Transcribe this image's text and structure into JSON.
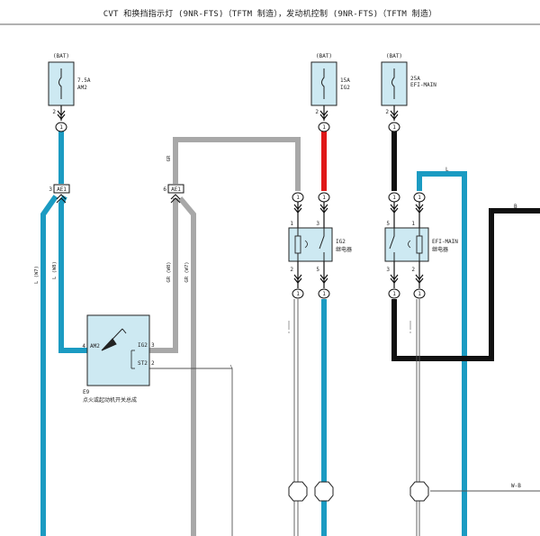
{
  "title": "CVT 和换挡指示灯 (9NR-FTS)（TFTM 制造），发动机控制 (9NR-FTS)（TFTM 制造）",
  "fuses": [
    {
      "source": "(BAT)",
      "rating": "7.5A",
      "name": "AM2",
      "pin": "2",
      "conn": "1"
    },
    {
      "source": "(BAT)",
      "rating": "15A",
      "name": "IG2",
      "pin": "2",
      "conn": "1"
    },
    {
      "source": "(BAT)",
      "rating": "25A",
      "name": "EFI-MAIN",
      "pin": "2",
      "conn": "1"
    }
  ],
  "connectors": {
    "ae1_left": {
      "pin": "3",
      "label": "AE1"
    },
    "ae1_right": {
      "pin": "6",
      "label": "AE1"
    }
  },
  "wire_labels": {
    "l_w7": "L (W7)",
    "l_w8": "L (W8)",
    "gr": "GR",
    "gr_w8": "GR (W8)",
    "gr_w7": "GR (W7)",
    "l": "L",
    "b": "B",
    "wb": "W-B"
  },
  "switch": {
    "ref": "E9",
    "name": "点火或起动机开关总成",
    "pin_am2": "AM2",
    "pin_ig2": "IG2",
    "pin_st2": "ST2",
    "num_am2": "4",
    "num_ig2": "3",
    "num_st2": "2"
  },
  "relays": [
    {
      "name": "IG2",
      "desc": "继电器",
      "pins_top": [
        "1",
        "3"
      ],
      "pins_bottom": [
        "2",
        "5"
      ],
      "conn_top": [
        "1",
        "1"
      ],
      "conn_bottom": [
        "1",
        "1"
      ]
    },
    {
      "name": "EFI-MAIN",
      "desc": "继电器",
      "pins_top": [
        "5",
        "1"
      ],
      "pins_bottom": [
        "3",
        "2"
      ],
      "conn_top": [
        "1",
        "1"
      ],
      "conn_bottom": [
        "1",
        "1"
      ]
    }
  ],
  "colors": {
    "blue": "#1b9bc2",
    "gray": "#a8a8a8",
    "red": "#e01818",
    "black": "#111111",
    "component_fill": "#cde9f2"
  }
}
